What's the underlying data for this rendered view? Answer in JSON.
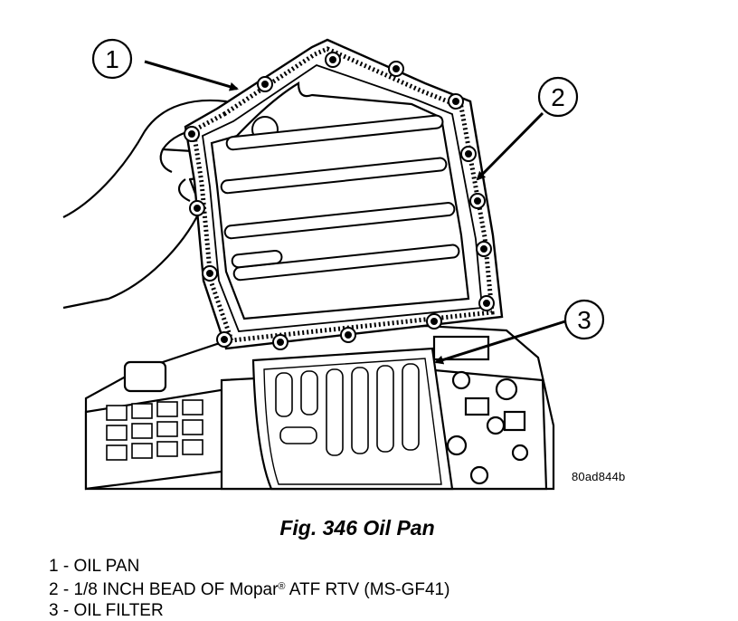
{
  "figure": {
    "code": "80ad844b",
    "callouts": [
      {
        "number": "1"
      },
      {
        "number": "2"
      },
      {
        "number": "3"
      }
    ]
  },
  "caption": "Fig. 346 Oil Pan",
  "legend": [
    {
      "label": "1 - OIL PAN",
      "suffix": ""
    },
    {
      "label": "2 - 1/8 INCH BEAD OF Mopar",
      "mark": "®",
      "suffix": " ATF RTV (MS-GF41)"
    },
    {
      "label": "3 - OIL FILTER",
      "suffix": ""
    }
  ]
}
